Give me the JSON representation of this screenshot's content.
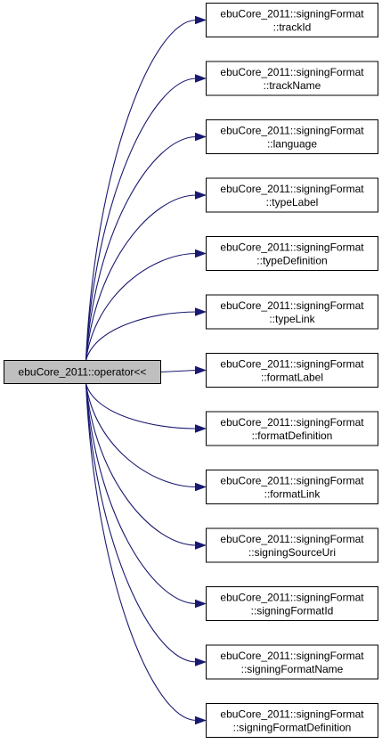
{
  "source": {
    "label": "ebuCore_2011::operator<<",
    "fill": "#bfbfbf"
  },
  "callees": [
    {
      "line1": "ebuCore_2011::signingFormat",
      "line2": "::trackId"
    },
    {
      "line1": "ebuCore_2011::signingFormat",
      "line2": "::trackName"
    },
    {
      "line1": "ebuCore_2011::signingFormat",
      "line2": "::language"
    },
    {
      "line1": "ebuCore_2011::signingFormat",
      "line2": "::typeLabel"
    },
    {
      "line1": "ebuCore_2011::signingFormat",
      "line2": "::typeDefinition"
    },
    {
      "line1": "ebuCore_2011::signingFormat",
      "line2": "::typeLink"
    },
    {
      "line1": "ebuCore_2011::signingFormat",
      "line2": "::formatLabel"
    },
    {
      "line1": "ebuCore_2011::signingFormat",
      "line2": "::formatDefinition"
    },
    {
      "line1": "ebuCore_2011::signingFormat",
      "line2": "::formatLink"
    },
    {
      "line1": "ebuCore_2011::signingFormat",
      "line2": "::signingSourceUri"
    },
    {
      "line1": "ebuCore_2011::signingFormat",
      "line2": "::signingFormatId"
    },
    {
      "line1": "ebuCore_2011::signingFormat",
      "line2": "::signingFormatName"
    },
    {
      "line1": "ebuCore_2011::signingFormat",
      "line2": "::signingFormatDefinition"
    }
  ],
  "colors": {
    "edge": "#191970",
    "node_fill": "#ffffff",
    "node_border": "#000000"
  }
}
